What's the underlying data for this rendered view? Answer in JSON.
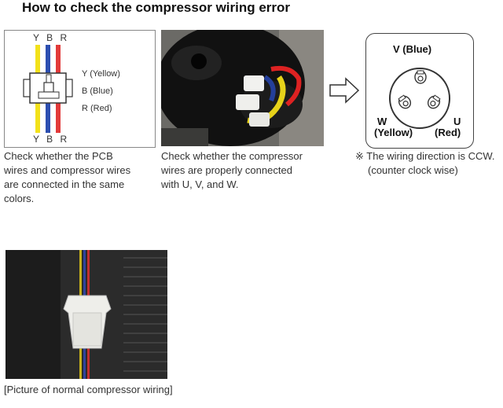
{
  "title": "How to check the compressor wiring error",
  "pcb_diagram": {
    "top_labels": "Y B R",
    "bottom_labels": "Y B R",
    "legend": [
      "Y (Yellow)",
      "B (Blue)",
      "R (Red)"
    ],
    "colors": {
      "yellow": "#f2e11a",
      "blue": "#2d4fb0",
      "red": "#e23a3a"
    }
  },
  "caption1": [
    "Check whether the PCB",
    "wires and compressor wires",
    "are connected in the same",
    "colors."
  ],
  "caption2": [
    "Check whether the compressor",
    "wires are properly connected",
    "with U, V, and W."
  ],
  "terminal": {
    "v_label": "V (Blue)",
    "w_label": "W",
    "w_sub": "(Yellow)",
    "u_label": "U",
    "u_sub": "(Red)"
  },
  "caption3": [
    "※ The wiring direction is CCW.",
    "(counter clock wise)"
  ],
  "caption4": "[Picture of normal compressor wiring]"
}
